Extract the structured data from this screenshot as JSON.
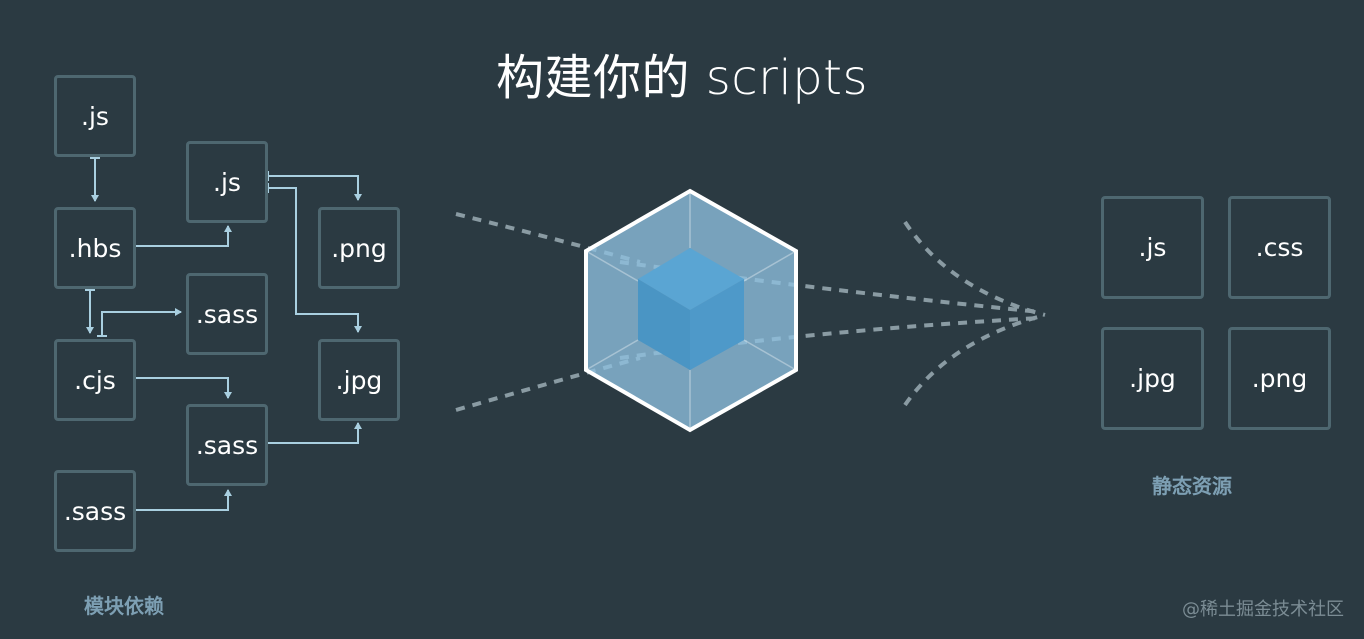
{
  "title": "构建你的 scripts",
  "dependencies": {
    "caption": "模块依赖",
    "nodes": [
      {
        "id": "js1",
        "label": ".js"
      },
      {
        "id": "hbs",
        "label": ".hbs"
      },
      {
        "id": "cjs",
        "label": ".cjs"
      },
      {
        "id": "sass3",
        "label": ".sass"
      },
      {
        "id": "js2",
        "label": ".js"
      },
      {
        "id": "sass1",
        "label": ".sass"
      },
      {
        "id": "sass2",
        "label": ".sass"
      },
      {
        "id": "png",
        "label": ".png"
      },
      {
        "id": "jpg",
        "label": ".jpg"
      }
    ]
  },
  "assets": {
    "caption": "静态资源",
    "items": [
      {
        "label": ".js"
      },
      {
        "label": ".css"
      },
      {
        "label": ".jpg"
      },
      {
        "label": ".png"
      }
    ]
  },
  "watermark": "@稀土掘金技术社区",
  "colors": {
    "background": "#2b3a42",
    "box_border": "#4e6770",
    "arrow": "#a9cfe0",
    "cube_outer": "#8ec0df",
    "cube_inner": "#4e99c9",
    "dotted": "#8a9ba3"
  }
}
